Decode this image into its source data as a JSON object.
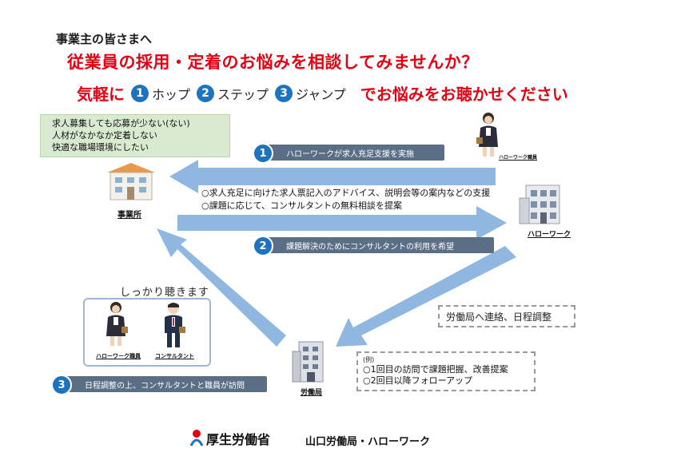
{
  "header": {
    "subtitle": "事業主の皆さまへ",
    "title": "従業員の採用・定着のお悩みを相談してみませんか？",
    "lead": "気軽に",
    "steps": [
      {
        "num": "1",
        "label": "ホップ"
      },
      {
        "num": "2",
        "label": "ステップ"
      },
      {
        "num": "3",
        "label": "ジャンプ"
      }
    ],
    "tail": "でお悩みをお聴かせください"
  },
  "concerns": [
    "求人募集しても応募が少ない(ない)",
    "人材がなかなか定着しない",
    "快適な職場環境にしたい"
  ],
  "nodes": {
    "office": "事業所",
    "hellowork": "ハローワーク",
    "hellowork_staff": "ハローワーク職員",
    "labor_bureau": "労働局",
    "consultant": "コンサルタント"
  },
  "flow": {
    "step1_num": "1",
    "step1_label": "ハローワークが求人充足支援を実施",
    "support_lines": [
      "○求人充足に向けた求人票記入のアドバイス、説明会等の案内などの支援",
      "○課題に応じて、コンサルタントの無料相談を提案"
    ],
    "step2_num": "2",
    "step2_label": "課題解決のためにコンサルタントの利用を希望",
    "coordination": "労働局へ連絡、日程調整",
    "listen": "しっかり聴きます",
    "example_title": "(例)",
    "example_lines": [
      "○1回目の訪問で課題把握、改善提案",
      "○2回目以降フォローアップ"
    ],
    "step3_num": "3",
    "step3_label": "日程調整の上、コンサルタントと職員が訪問"
  },
  "footer": {
    "ministry": "厚生労働省",
    "office": "山口労働局・ハローワーク"
  },
  "colors": {
    "accent_red": "#e60012",
    "step_blue": "#1e73be",
    "arrow_blue": "#8fb7e0",
    "bar_gray": "#5a6f86",
    "concern_green": "#d8ead0"
  }
}
